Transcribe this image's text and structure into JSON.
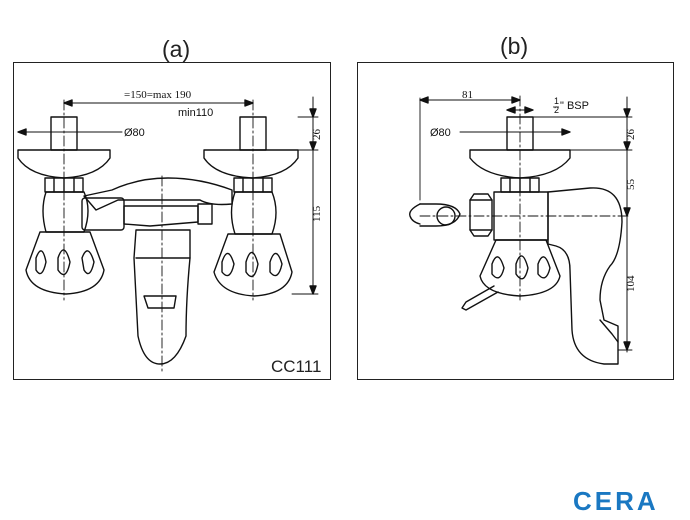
{
  "figure": {
    "panel_a": {
      "label": "(a)",
      "dim_spacing": "=150=max 190",
      "dim_min": "min110",
      "dim_diameter": "Ø80",
      "dim_height_top": "26",
      "dim_height_body": "115",
      "model_code": "CC111"
    },
    "panel_b": {
      "label": "(b)",
      "dim_offset": "81",
      "dim_thread_num": "1",
      "dim_thread_den": "2",
      "dim_thread_unit": "\" BSP",
      "dim_diameter": "Ø80",
      "dim_height_top": "26",
      "dim_height_mid": "55",
      "dim_height_low": "104"
    },
    "brand": "CERA",
    "colors": {
      "line": "#111111",
      "brand": "#1a78c2",
      "background": "#ffffff"
    }
  }
}
